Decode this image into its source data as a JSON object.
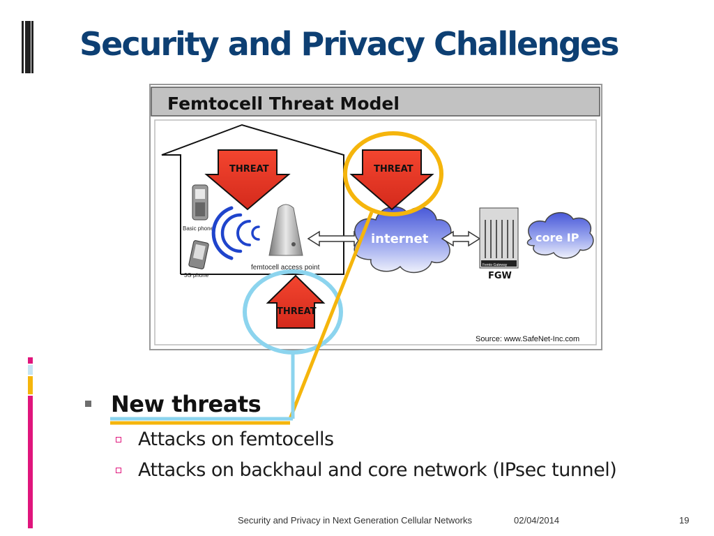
{
  "slide": {
    "title": "Security and Privacy Challenges",
    "page_number": "19",
    "footer_text": "Security and Privacy in Next Generation Cellular Networks",
    "footer_date": "02/04/2014"
  },
  "figure": {
    "header": "Femtocell Threat Model",
    "threat_label": "THREAT",
    "basic_phone_label": "Basic phone",
    "phone_3g_label": "3G phone",
    "access_point_label": "femtocell access point",
    "internet_label": "internet",
    "core_ip_label": "core IP",
    "fgw_label": "FGW",
    "gateway_small_label": "Femto Gateway",
    "source": "Source: www.SafeNet-Inc.com"
  },
  "bullets": {
    "main": "New threats",
    "sub": [
      "Attacks on femtocells",
      "Attacks on backhaul and core network (IPsec tunnel)"
    ]
  },
  "colors": {
    "title": "#0d3f73",
    "threat_red": "#e23323",
    "yellow_callout": "#f5b50c",
    "cyan_callout": "#8cd4ee",
    "accent_pink": "#e0157c",
    "cloud_blue": "#5b6fe0"
  }
}
